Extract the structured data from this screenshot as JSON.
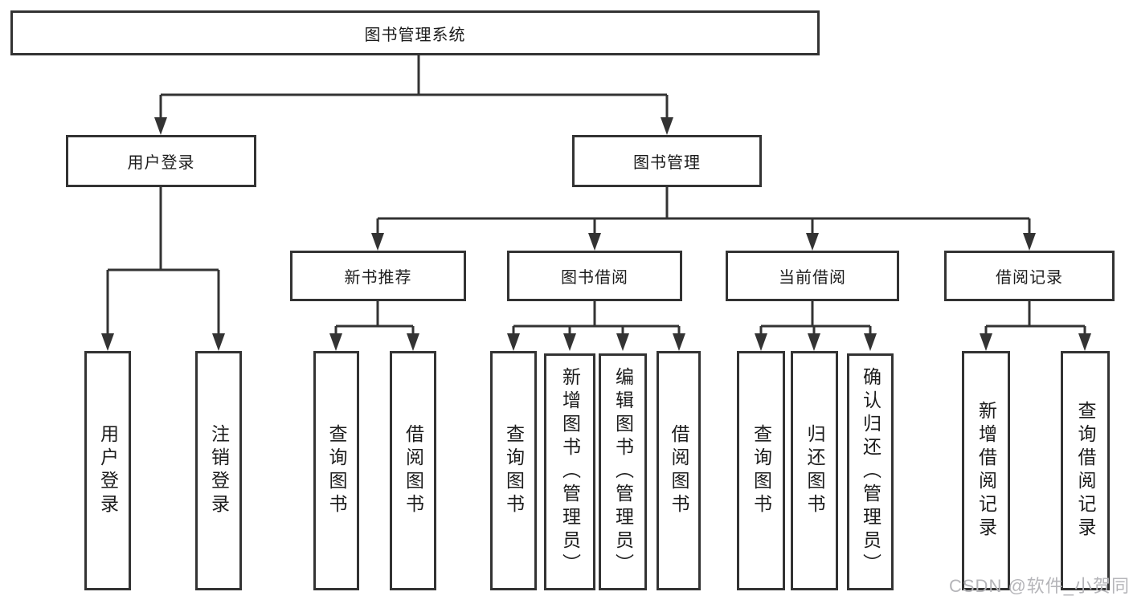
{
  "tree": {
    "root": {
      "label": "图书管理系统"
    },
    "user": {
      "label": "用户登录",
      "leaves": [
        {
          "label": "用户登录"
        },
        {
          "label": "注销登录"
        }
      ]
    },
    "book": {
      "label": "图书管理",
      "groups": [
        {
          "label": "新书推荐",
          "leaves": [
            {
              "label": "查询图书"
            },
            {
              "label": "借阅图书"
            }
          ]
        },
        {
          "label": "图书借阅",
          "leaves": [
            {
              "label": "查询图书"
            },
            {
              "label": "新增图书（管理员）"
            },
            {
              "label": "编辑图书（管理员）"
            },
            {
              "label": "借阅图书"
            }
          ]
        },
        {
          "label": "当前借阅",
          "leaves": [
            {
              "label": "查询图书"
            },
            {
              "label": "归还图书"
            },
            {
              "label": "确认归还（管理员）"
            }
          ]
        },
        {
          "label": "借阅记录",
          "leaves": [
            {
              "label": "新增借阅记录"
            },
            {
              "label": "查询借阅记录"
            }
          ]
        }
      ]
    }
  },
  "watermark": {
    "text": "CSDN @软件_小贺同学"
  },
  "colors": {
    "line": "#333333",
    "box_border": "#333333",
    "text": "#1c1c1c",
    "watermark": "#b5b5b9",
    "background": "#ffffff"
  }
}
